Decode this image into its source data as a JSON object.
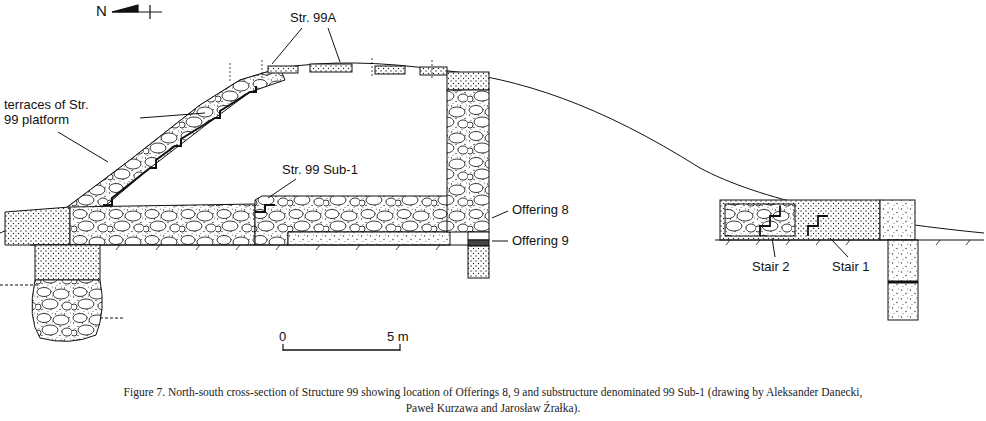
{
  "diagram": {
    "caption": "Figure 7. North-south cross-section of Structure 99 showing location of Offerings 8, 9 and substructure denominated 99 Sub-1 (drawing by Aleksander Danecki, Paweł Kurzawa and Jarosław Źrałka).",
    "labels": [
      "N",
      "Str. 99A",
      "terraces of Str. 99 platform",
      "Str. 99 Sub-1",
      "Offering 8",
      "Offering 9",
      "Stair 2",
      "Stair 1",
      "0",
      "5 m"
    ]
  }
}
